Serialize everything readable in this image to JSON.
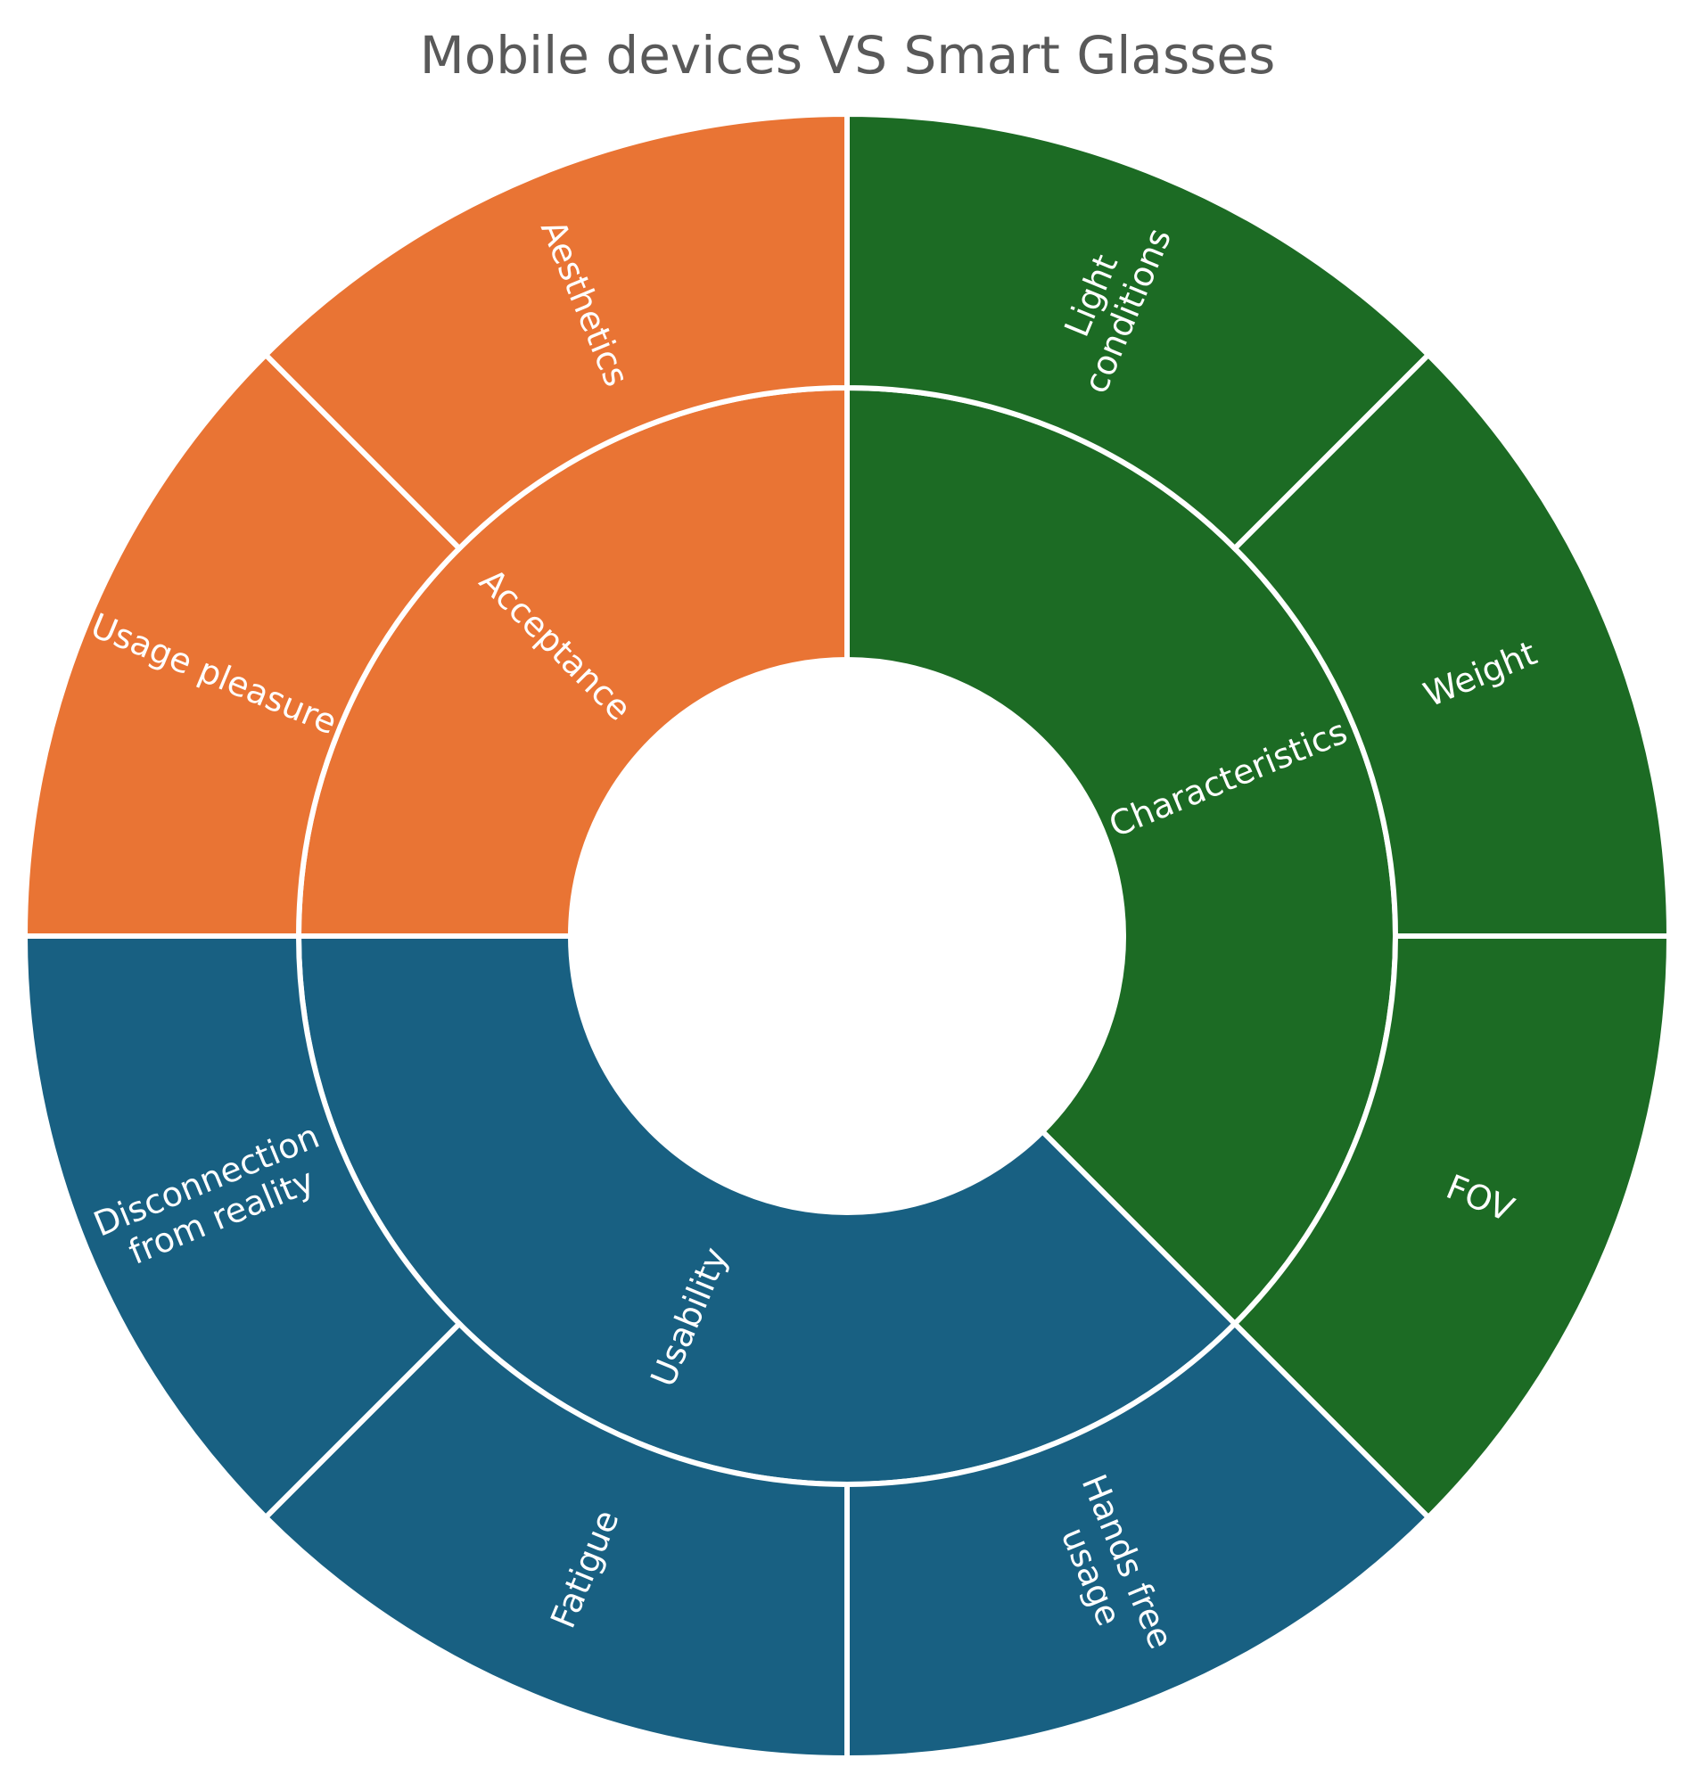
{
  "chart_data": {
    "type": "sunburst",
    "title": "Mobile devices VS Smart Glasses",
    "groups": [
      {
        "name": "Characteristics",
        "color": "#1c6b24",
        "children": [
          {
            "name": "Light conditions",
            "label_lines": [
              "Light",
              "conditions"
            ],
            "value": 1
          },
          {
            "name": "Weight",
            "label_lines": [
              "Weight"
            ],
            "value": 1
          },
          {
            "name": "FOV",
            "label_lines": [
              "FOV"
            ],
            "value": 1
          }
        ]
      },
      {
        "name": "Usability",
        "color": "#186082",
        "children": [
          {
            "name": "Hands free usage",
            "label_lines": [
              "Hands free",
              "usage"
            ],
            "value": 1
          },
          {
            "name": "Fatigue",
            "label_lines": [
              "Fatigue"
            ],
            "value": 1
          },
          {
            "name": "Disconnection from reality",
            "label_lines": [
              "Disconnection",
              "from reality"
            ],
            "value": 1
          }
        ]
      },
      {
        "name": "Acceptance",
        "color": "#e97434",
        "children": [
          {
            "name": "Usage pleasure",
            "label_lines": [
              "Usage pleasure"
            ],
            "value": 1
          },
          {
            "name": "Aesthetics",
            "label_lines": [
              "Aesthetics"
            ],
            "value": 1
          }
        ]
      }
    ]
  }
}
